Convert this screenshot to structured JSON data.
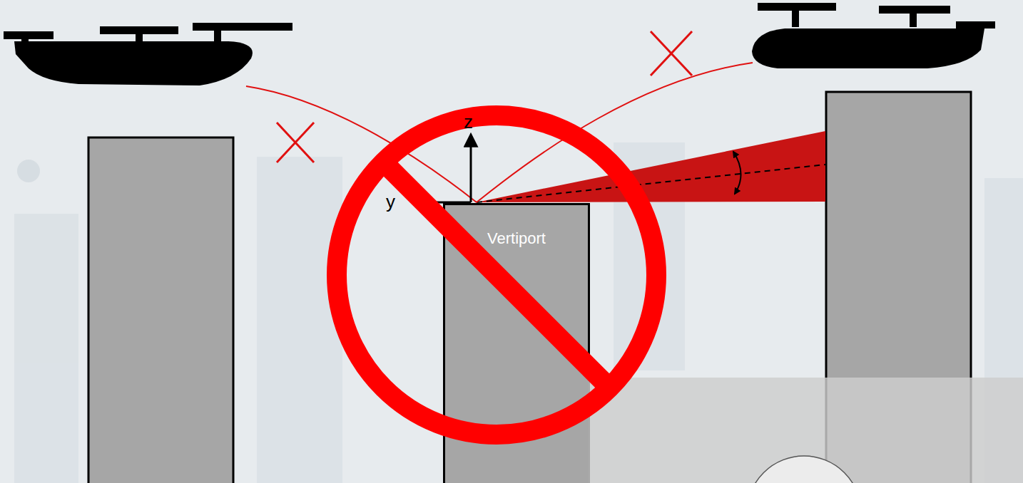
{
  "diagram": {
    "nodes": [
      {
        "text": [
          "Vertiport"
        ]
      }
    ],
    "labels": [
      "z",
      "y"
    ]
  }
}
